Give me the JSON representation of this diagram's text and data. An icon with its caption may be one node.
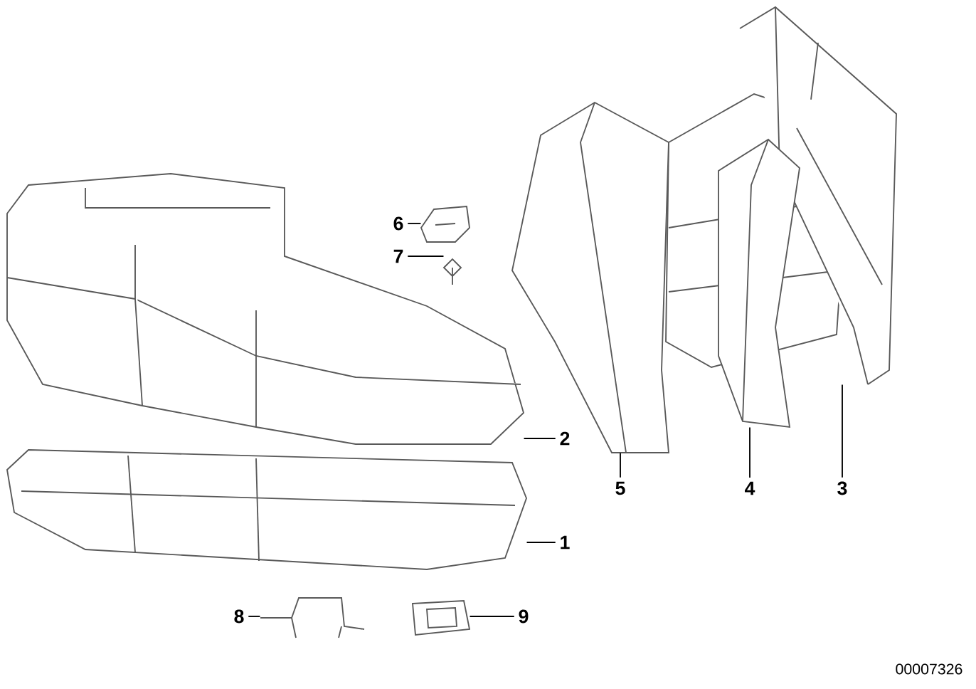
{
  "diagram": {
    "nodes": [
      {
        "text": [
          "1"
        ]
      },
      {
        "text": [
          "2"
        ]
      },
      {
        "text": [
          "3"
        ]
      },
      {
        "text": [
          "4"
        ]
      },
      {
        "text": [
          "5"
        ]
      },
      {
        "text": [
          "6"
        ]
      },
      {
        "text": [
          "7"
        ]
      },
      {
        "text": [
          "8"
        ]
      },
      {
        "text": [
          "9"
        ]
      },
      {
        "text": [],
        "shape": "picture"
      },
      {
        "text": [],
        "shape": "picture"
      },
      {
        "text": [],
        "shape": "picture"
      },
      {
        "text": [],
        "shape": "picture"
      },
      {
        "text": [],
        "shape": "picture"
      },
      {
        "text": [],
        "shape": "picture"
      },
      {
        "text": [],
        "shape": "picture"
      },
      {
        "text": [],
        "shape": "picture"
      },
      {
        "text": [],
        "shape": "picture"
      }
    ],
    "edges": [
      {
        "from": 0,
        "to": 9,
        "arrow": "none"
      },
      {
        "from": 1,
        "to": 10,
        "arrow": "none"
      },
      {
        "from": 2,
        "to": 11,
        "arrow": "none"
      },
      {
        "from": 3,
        "to": 12,
        "arrow": "none"
      },
      {
        "from": 4,
        "to": 13,
        "arrow": "none"
      },
      {
        "from": 5,
        "to": 14,
        "arrow": "none"
      },
      {
        "from": 6,
        "to": 15,
        "arrow": "none"
      },
      {
        "from": 7,
        "to": 16,
        "arrow": "none"
      },
      {
        "from": 8,
        "to": 17,
        "arrow": "none"
      }
    ],
    "labels": [
      "00007326"
    ]
  }
}
